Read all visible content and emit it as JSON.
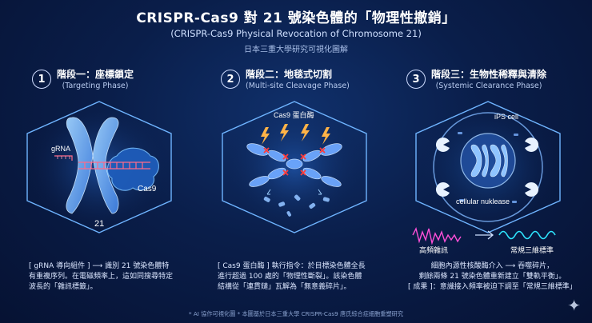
{
  "header": {
    "title": "CRISPR-Cas9 對 21 號染色體的「物理性撤銷」",
    "subtitle": "(CRISPR-Cas9 Physical Revocation of Chromosome 21)",
    "subtitle2": "日本三重大學研究可視化圖解"
  },
  "phases": [
    {
      "num": "1",
      "title": "階段一：座標鎖定",
      "subtitle": "(Targeting Phase)",
      "labels": {
        "grna": "gRNA",
        "cas9": "Cas9",
        "chrom": "21"
      },
      "desc": [
        "[ gRNA 導向組件 ] ⟶ 識別 21 號染色體特",
        "有重複序列。在電磁頻率上，這如同搜尋特定",
        "波長的「雜訊標籤」。"
      ]
    },
    {
      "num": "2",
      "title": "階段二：地毯式切割",
      "subtitle": "(Multi-site Cleavage Phase)",
      "labels": {
        "enzyme": "Cas9 蛋白酶"
      },
      "desc": [
        "[ Cas9 蛋白酶 ] 執行指令：於目標染色體全長",
        "進行超過 100 處的「物理性斷裂」。該染色體",
        "結構從「連貫鏈」瓦解為「無意義碎片」。"
      ]
    },
    {
      "num": "3",
      "title": "階段三：生物性稀釋與清除",
      "subtitle": "(Systemic Clearance Phase)",
      "labels": {
        "cell": "iPS cell",
        "nuclease": "cellular nuklease",
        "noise": "高頻雜訊",
        "standard": "常規三維標準"
      },
      "desc": [
        "細胞內源性核酸酶介入 ⟶ 吞噬碎片，",
        "剩餘兩條 21 號染色體重新建立「雙軌平衡」。",
        "[ 成果 ]：意識接入頻率被迫下調至「常規三維標準」"
      ]
    }
  ],
  "footer": "* AI 協作可視化圖 * 本圖基於日本三重大學 CRISPR-Cas9 唐氏綜合症細胞重塑研究",
  "colors": {
    "accent": "#3fa9ff",
    "cut": "#ff3b3b",
    "bolt": "#ffb347",
    "wave_noise": "#ff4fd8",
    "wave_clean": "#2ee6ff"
  }
}
